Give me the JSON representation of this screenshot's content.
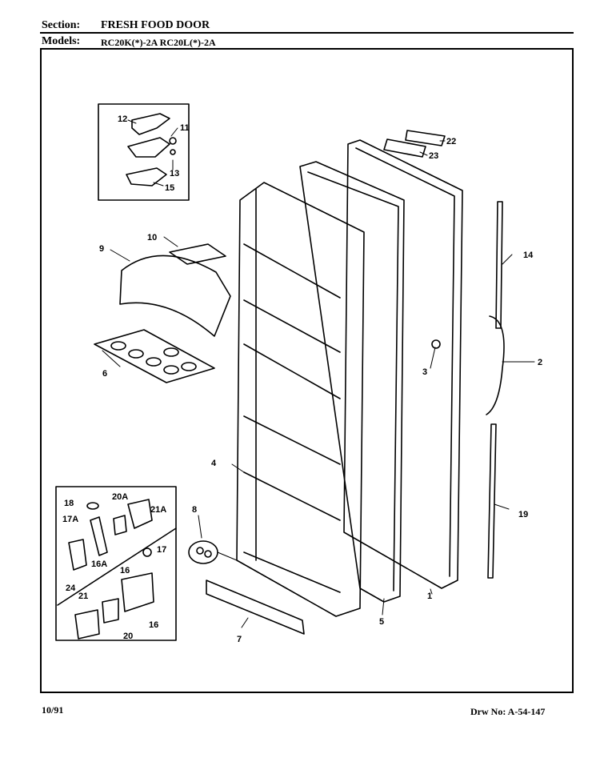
{
  "header": {
    "section_label": "Section:",
    "section_value": "FRESH FOOD DOOR",
    "models_label": "Models:",
    "models_value": "RC20K(*)-2A  RC20L(*)-2A"
  },
  "footer": {
    "date": "10/91",
    "drawing_number": "Drw No: A-54-147"
  },
  "callouts": [
    "12",
    "11",
    "13",
    "15",
    "22",
    "23",
    "10",
    "9",
    "14",
    "6",
    "3",
    "2",
    "4",
    "8",
    "18",
    "20A",
    "21A",
    "17A",
    "17",
    "16A",
    "16",
    "24",
    "21",
    "20",
    "16",
    "5",
    "1",
    "7",
    "19"
  ]
}
